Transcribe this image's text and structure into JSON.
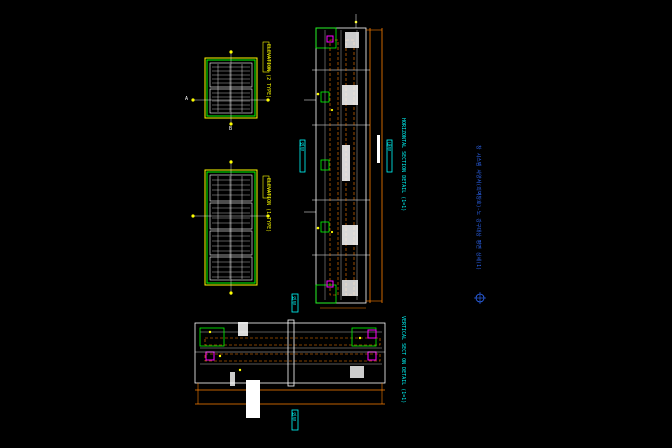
{
  "drawing": {
    "colors": {
      "background": "#000000",
      "frame": "#ffffff",
      "green": "#00ff00",
      "yellow": "#ffff00",
      "orange": "#ff8000",
      "magenta": "#ff00ff",
      "cyan": "#00ffff",
      "blue": "#2f6bff",
      "gray": "#b0b0b0"
    },
    "labels": {
      "elevation_top": "ELEVATION (2 TYPE)",
      "elevation_bottom": "ELEVATION (1 TYPE)",
      "horizontal_section": "HORIZONTAL SECTION DETAIL (1=1)",
      "vertical_section": "VERTICAL SECT ON DETAIL (1=1)",
      "side_note": "창 시스템 사양서(외벽창호)-노 강구대상 평면 상세(1)",
      "tag_a": "외부",
      "tag_b": "내부",
      "tag_c": "외부",
      "tag_d": "외부",
      "dim_a": "A",
      "dim_b": "B"
    }
  }
}
